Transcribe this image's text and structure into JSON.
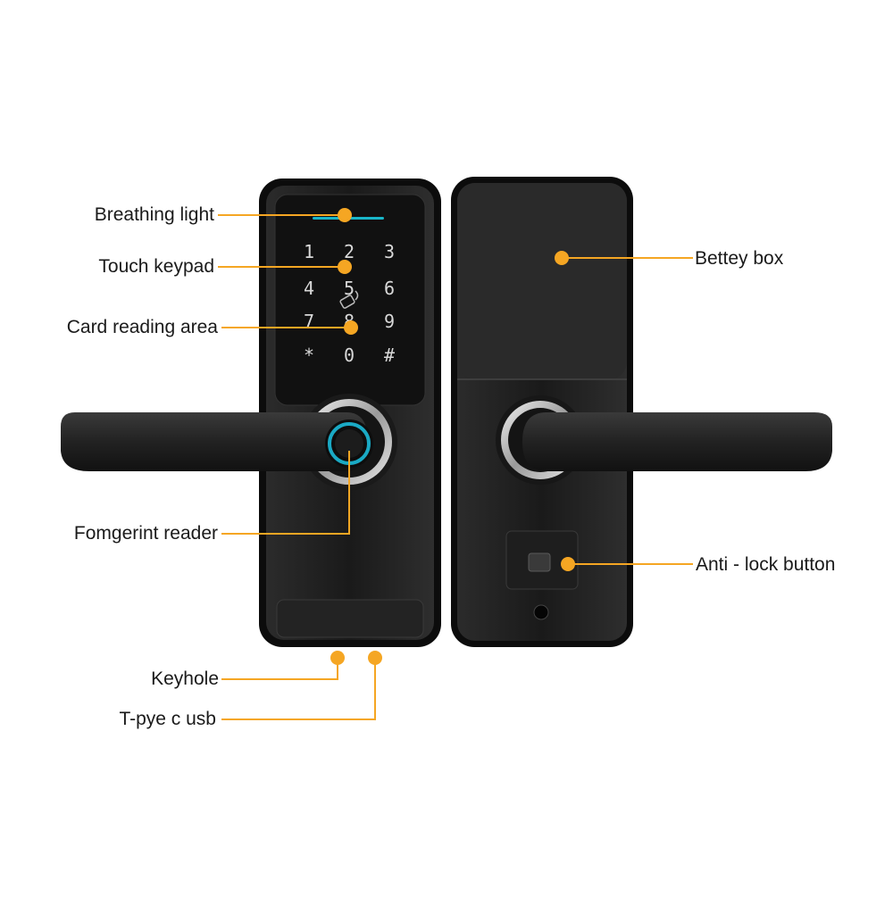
{
  "accent_color": "#f5a623",
  "keypad": {
    "keys": [
      "1",
      "2",
      "3",
      "4",
      "5",
      "6",
      "7",
      "8",
      "9",
      "*",
      "0",
      "#"
    ]
  },
  "labels": {
    "breathing_light": "Breathing light",
    "touch_keypad": "Touch keypad",
    "card_reading_area": "Card reading area",
    "fingerprint_reader": "Fomgerint reader",
    "keyhole": "Keyhole",
    "usb": "T-pye c usb",
    "battery_box": "Bettey box",
    "anti_lock_button": "Anti - lock button"
  }
}
